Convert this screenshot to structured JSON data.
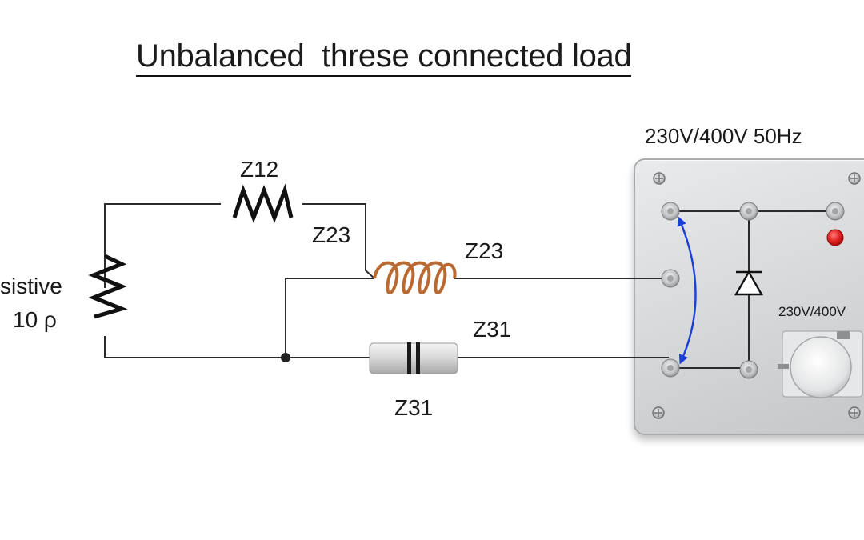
{
  "title": "Unbalanced  threse connected load",
  "labels": {
    "z12": "Z12",
    "z23_left": "Z23",
    "z23_right": "Z23",
    "z31_upper": "Z31",
    "z31_lower": "Z31",
    "resistive_word": "sistive",
    "resistive_value": "10 ρ"
  },
  "panel": {
    "supply_label": "230V/400V 50Hz",
    "meter_label": "230V/400V",
    "indicator_color": "#e02020",
    "arc_color": "#1a3fd6"
  },
  "components": {
    "inductor_color": "#b86a32"
  }
}
